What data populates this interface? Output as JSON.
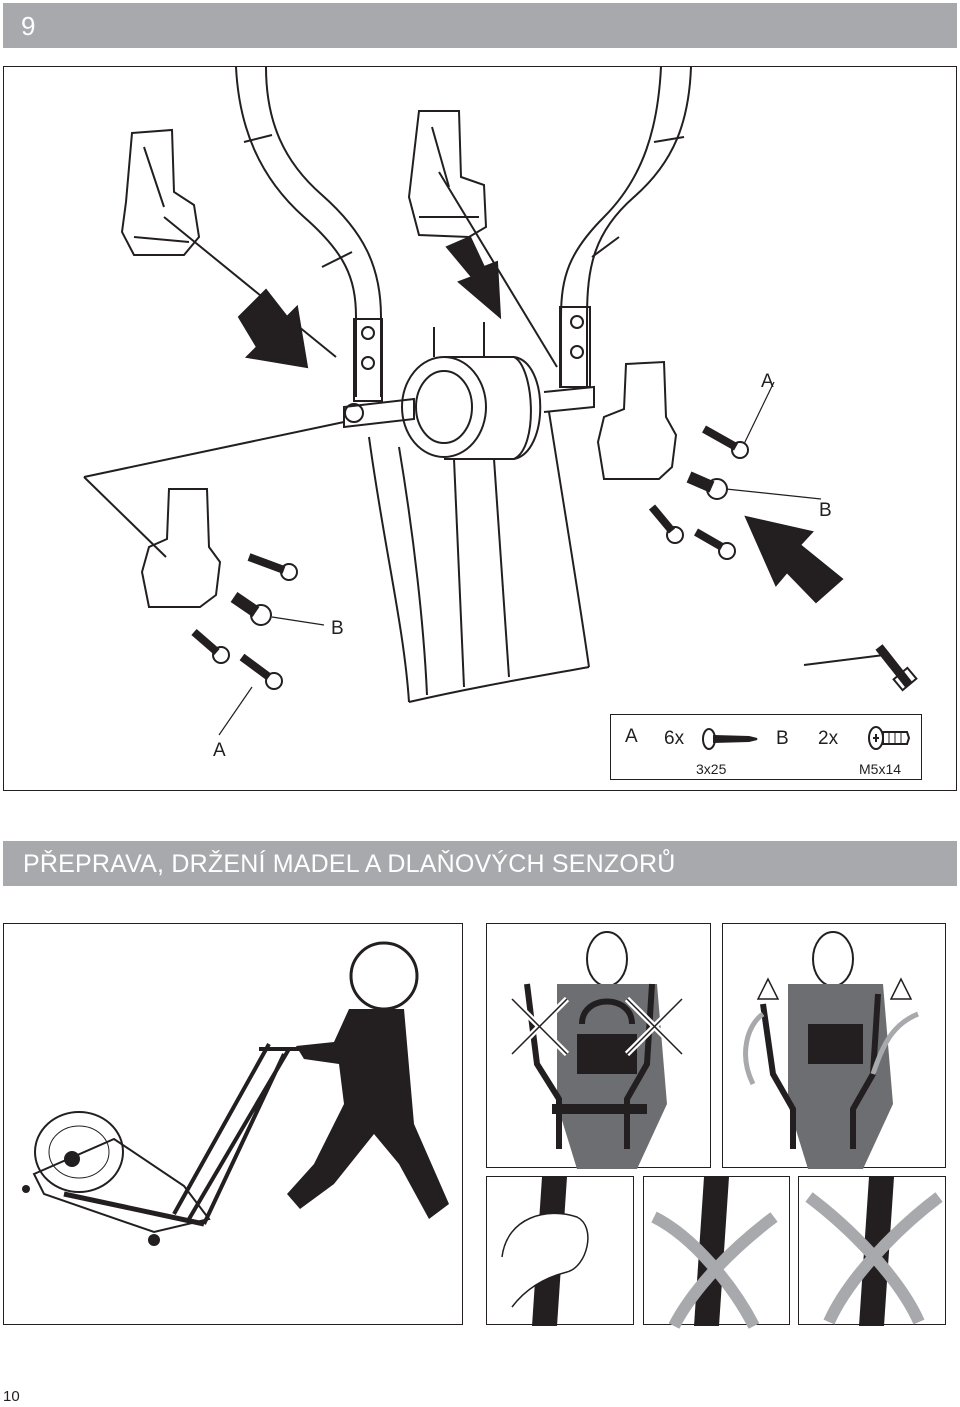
{
  "header": {
    "step_number": "9"
  },
  "assembly": {
    "callout_a_top": "A",
    "callout_b_right": "B",
    "callout_b_left": "B",
    "callout_a_bottom": "A"
  },
  "legend": {
    "a_letter": "A",
    "a_count": "6x",
    "a_size": "3x25",
    "b_letter": "B",
    "b_count": "2x",
    "b_size": "M5x14"
  },
  "section": {
    "title": "PŘEPRAVA, DRŽENÍ MADEL A DLAŇOVÝCH SENZORŮ"
  },
  "footer": {
    "page_number": "10"
  }
}
